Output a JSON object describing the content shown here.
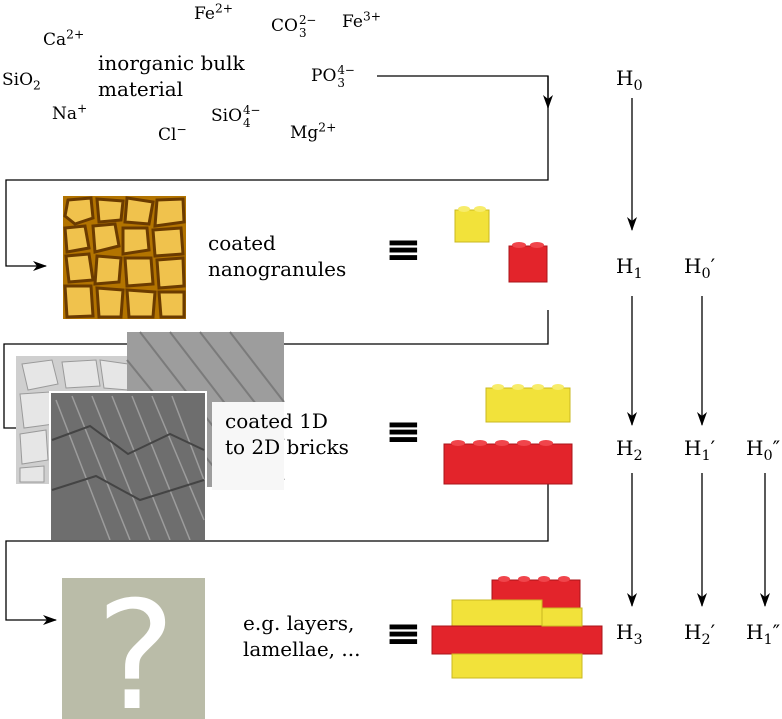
{
  "ions": [
    {
      "base": "Fe",
      "sup": "2+",
      "sub": ""
    },
    {
      "base": "CO",
      "sup": "2−",
      "sub": "3"
    },
    {
      "base": "Fe",
      "sup": "3+",
      "sub": ""
    },
    {
      "base": "Ca",
      "sup": "2+",
      "sub": ""
    },
    {
      "base": "SiO",
      "sup": "",
      "sub": "2"
    },
    {
      "base": "PO",
      "sup": "4−",
      "sub": "3"
    },
    {
      "base": "Na",
      "sup": "+",
      "sub": ""
    },
    {
      "base": "SiO",
      "sup": "4−",
      "sub": "4"
    },
    {
      "base": "Cl",
      "sup": "−",
      "sub": ""
    },
    {
      "base": "Mg",
      "sup": "2+",
      "sub": ""
    }
  ],
  "labels": {
    "bulk": [
      "inorganic bulk",
      "material"
    ],
    "nanogranules": [
      "coated",
      "nanogranules"
    ],
    "bricks": [
      "coated 1D",
      "to 2D bricks"
    ],
    "layers": [
      "e.g. layers,",
      "lamellae, ..."
    ],
    "question_mark": "?",
    "equiv_symbol": "≡"
  },
  "hierarchy": [
    {
      "base": "H",
      "sub": "0",
      "prime": ""
    },
    {
      "base": "H",
      "sub": "1",
      "prime": ""
    },
    {
      "base": "H",
      "sub": "0",
      "prime": "′"
    },
    {
      "base": "H",
      "sub": "2",
      "prime": ""
    },
    {
      "base": "H",
      "sub": "1",
      "prime": "′"
    },
    {
      "base": "H",
      "sub": "0",
      "prime": "″"
    },
    {
      "base": "H",
      "sub": "3",
      "prime": ""
    },
    {
      "base": "H",
      "sub": "2",
      "prime": "′"
    },
    {
      "base": "H",
      "sub": "1",
      "prime": "″"
    }
  ],
  "colors": {
    "brick_yellow": "#f2e23a",
    "brick_red": "#e3242b",
    "placeholder_bg": "#babca8",
    "afm_dark": "#5a3200",
    "afm_light": "#e9b84a"
  }
}
